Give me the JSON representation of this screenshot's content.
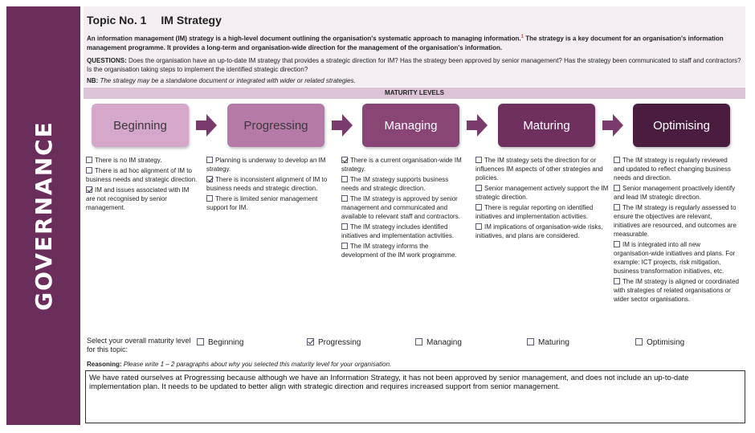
{
  "sidebar": {
    "label": "GOVERNANCE"
  },
  "header": {
    "topic_number": "Topic No. 1",
    "topic_name": "IM Strategy",
    "intro": "An information management (IM) strategy is a high-level document outlining the organisation's systematic approach to managing information.",
    "footnote_ref": "1",
    "intro_rest": " The strategy is a key document for an organisation's information management programme. It provides a long-term and organisation-wide direction for the management of the organisation's information.",
    "questions_label": "QUESTIONS:",
    "questions_text": " Does the organisation have an up-to-date IM strategy that provides a strategic direction for IM? Has the strategy been approved by senior management? Has the strategy been communicated to staff and contractors? Is the organisation taking steps to implement the identified strategic direction?",
    "nb_label": "NB:",
    "nb_text": " The strategy may be a standalone document or integrated with wider or related strategies."
  },
  "maturity_header": "MATURITY LEVELS",
  "colors": {
    "sidebar": "#6b2d5c",
    "level_1": "#d4a7cb",
    "level_2": "#b57aa8",
    "level_3": "#884576",
    "level_4": "#6f2f5f",
    "level_5": "#4a1d40",
    "arrow": "#7b3a6c"
  },
  "levels": [
    {
      "name": "Beginning",
      "items": [
        {
          "text": "There is no IM strategy.",
          "checked": false
        },
        {
          "text": "There is ad hoc alignment of IM to business needs and strategic direction.",
          "checked": false
        },
        {
          "text": "IM and issues associated with IM are not recognised by senior management.",
          "checked": true
        }
      ]
    },
    {
      "name": "Progressing",
      "items": [
        {
          "text": "Planning is underway to develop an IM strategy.",
          "checked": false
        },
        {
          "text": "There is inconsistent alignment of IM to business needs and strategic direction.",
          "checked": true
        },
        {
          "text": "There is limited senior management support for IM.",
          "checked": false
        }
      ]
    },
    {
      "name": "Managing",
      "items": [
        {
          "text": "There is a current organisation-wide IM strategy.",
          "checked": true
        },
        {
          "text": "The IM strategy supports business needs and strategic direction.",
          "checked": false
        },
        {
          "text": "The IM strategy is approved by senior management and communicated and available to relevant staff and contractors.",
          "checked": false
        },
        {
          "text": "The IM strategy includes identified initiatives and implementation activities.",
          "checked": false
        },
        {
          "text": "The IM strategy informs the development of the IM work programme.",
          "checked": false
        }
      ]
    },
    {
      "name": "Maturing",
      "items": [
        {
          "text": "The IM strategy sets the direction for or influences IM aspects of other strategies and policies.",
          "checked": false
        },
        {
          "text": "Senior management actively support the IM strategic direction.",
          "checked": false
        },
        {
          "text": "There is regular reporting on identified initiatives and implementation activities.",
          "checked": false
        },
        {
          "text": "IM implications of organisation-wide risks, initiatives, and plans are considered.",
          "checked": false
        }
      ]
    },
    {
      "name": "Optimising",
      "items": [
        {
          "text": "The IM strategy is regularly reviewed and updated to reflect changing business needs and direction.",
          "checked": false
        },
        {
          "text": "Senior management proactively identify and lead IM strategic direction.",
          "checked": false
        },
        {
          "text": "The IM strategy is regularly assessed to ensure the objectives are relevant, initiatives are resourced, and outcomes are measurable.",
          "checked": false
        },
        {
          "text": "IM is integrated into all new organisation-wide initiatives and plans. For example: ICT projects, risk mitigation, business transformation initiatives, etc.",
          "checked": false
        },
        {
          "text": "The IM strategy is aligned or coordinated with strategies of related organisations or wider sector organisations.",
          "checked": false
        }
      ]
    }
  ],
  "selection": {
    "label": "Select your overall maturity level for this topic:",
    "options": [
      {
        "label": "Beginning",
        "checked": false
      },
      {
        "label": "Progressing",
        "checked": true
      },
      {
        "label": "Managing",
        "checked": false
      },
      {
        "label": "Maturing",
        "checked": false
      },
      {
        "label": "Optimising",
        "checked": false
      }
    ]
  },
  "reasoning": {
    "label": "Reasoning:",
    "instruction": " Please write 1 – 2 paragraphs about why you selected this maturity level for your organisation.",
    "answer": "We have rated ourselves at Progressing because although we have an Information Strategy, it has not been approved by senior management, and does not include an up-to-date implementation plan. It needs to be updated to better align with strategic direction and requires increased support from senior management."
  }
}
